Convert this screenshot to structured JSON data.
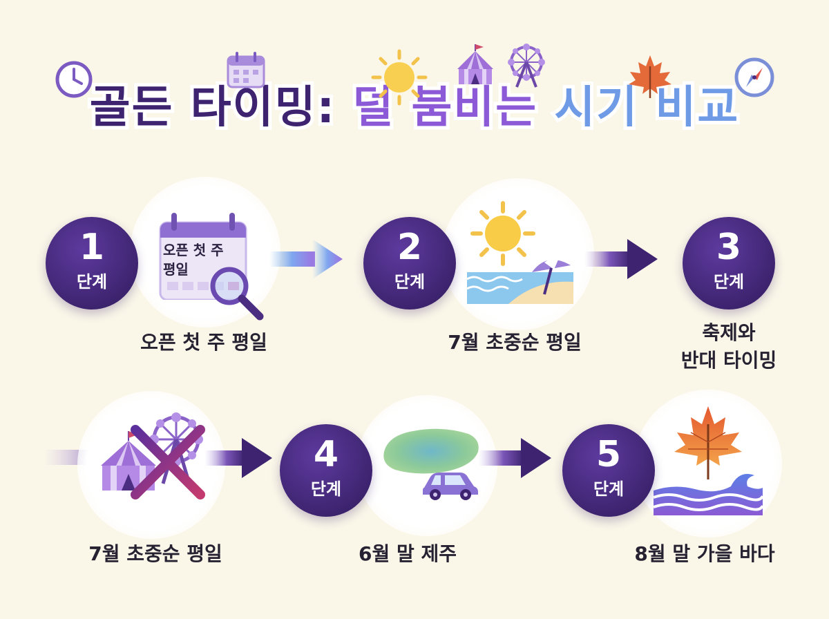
{
  "title": {
    "part1": "골든 타이밍:",
    "part2": "덜 붐비는",
    "part3": "시기 비교"
  },
  "steps": [
    {
      "num": "1",
      "unit": "단계",
      "label": "오픈 첫 주 평일",
      "card_text_line1": "오픈 첫 주",
      "card_text_line2": "평일"
    },
    {
      "num": "2",
      "unit": "단계",
      "label": "7월 초중순 평일"
    },
    {
      "num": "3",
      "unit": "단계",
      "label_line1": "축제와",
      "label_line2": "반대 타이밍"
    },
    {
      "num": "4",
      "unit": "단계",
      "label": "6월 말 제주"
    },
    {
      "num": "5",
      "unit": "단계",
      "label": "8월 말 가을 바다"
    }
  ],
  "crossed_item": {
    "label": "7월 초중순 평일"
  },
  "icons": {
    "title_left": [
      "clock-icon",
      "calendar-icon"
    ],
    "title_top": [
      "sun-icon",
      "circus-tent-icon",
      "ferris-wheel-icon",
      "maple-leaf-icon"
    ],
    "title_right": [
      "compass-icon"
    ],
    "step1": [
      "calendar-icon",
      "magnifier-icon"
    ],
    "step2": [
      "sun-icon",
      "beach-umbrella-icon",
      "sea-icon"
    ],
    "crossed": [
      "circus-tent-icon",
      "ferris-wheel-icon",
      "cross-icon"
    ],
    "step4": [
      "jeju-island-icon",
      "car-icon"
    ],
    "step5": [
      "maple-leaf-icon",
      "wave-icon"
    ]
  },
  "colors": {
    "background": "#faf6e8",
    "dark_purple": "#3e2470",
    "purple": "#8c5ad6",
    "blue": "#6f9ae6",
    "text": "#262232"
  }
}
